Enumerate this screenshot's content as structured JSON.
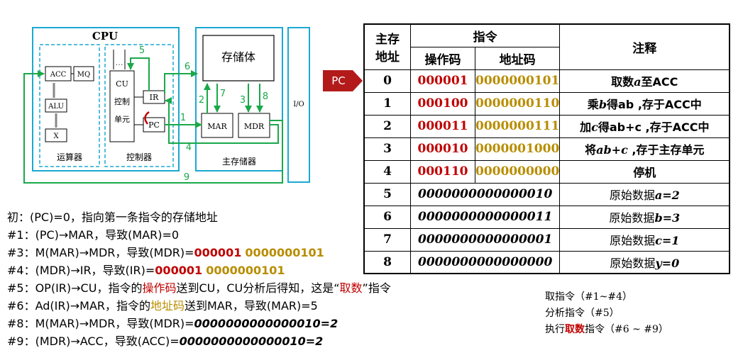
{
  "colors": {
    "cyan": "#1ba9d3",
    "green": "#1aa84a",
    "red": "#c00000",
    "gold": "#b88d00",
    "pc_badge": "#b31b1b"
  },
  "diagram": {
    "cpu_title": "CPU",
    "acc": "ACC",
    "mq": "MQ",
    "alu": "ALU",
    "x": "X",
    "alu_unit": "运算器",
    "cu": "CU",
    "cu_sub1": "控制",
    "cu_sub2": "单元",
    "ir": "IR",
    "pc": "PC",
    "ctrl_unit": "控制器",
    "storage": "存储体",
    "mar": "MAR",
    "mdr": "MDR",
    "main_mem": "主存储器",
    "io": "I/O",
    "dots": "…",
    "path_labels": [
      "1",
      "2",
      "3",
      "4",
      "5",
      "6",
      "7",
      "8",
      "9"
    ]
  },
  "pc_badge": "PC",
  "table": {
    "headers": {
      "addr_line1": "主存",
      "addr_line2": "地址",
      "instr": "指令",
      "op": "操作码",
      "ad": "地址码",
      "note": "注释"
    },
    "instr_rows": [
      {
        "addr": "0",
        "op": "000001",
        "ad": "0000000101",
        "note_pre": "取数",
        "note_var": "a",
        "note_post": "至ACC"
      },
      {
        "addr": "1",
        "op": "000100",
        "ad": "0000000110",
        "note_pre": "乘",
        "note_var": "b",
        "note_post": "得ab ,存于ACC中"
      },
      {
        "addr": "2",
        "op": "000011",
        "ad": "0000000111",
        "note_pre": "加",
        "note_var": "c",
        "note_post": "得ab+c ,存于ACC中"
      },
      {
        "addr": "3",
        "op": "000010",
        "ad": "0000001000",
        "note_pre": "将",
        "note_var": "ab+c",
        "note_post": " ,存于主存单元"
      },
      {
        "addr": "4",
        "op": "000110",
        "ad": "0000000000",
        "note_pre": "停机",
        "note_var": "",
        "note_post": ""
      }
    ],
    "data_rows": [
      {
        "addr": "5",
        "value": "0000000000000010",
        "note_pre": "原始数据",
        "note_var": "a=2"
      },
      {
        "addr": "6",
        "value": "0000000000000011",
        "note_pre": "原始数据",
        "note_var": "b=3"
      },
      {
        "addr": "7",
        "value": "0000000000000001",
        "note_pre": "原始数据",
        "note_var": "c=1"
      },
      {
        "addr": "8",
        "value": "0000000000000000",
        "note_pre": "原始数据",
        "note_var": "y=0"
      }
    ]
  },
  "steps": {
    "init": "初：(PC)=0，指向第一条指令的存储地址",
    "s1": "#1：(PC)→MAR，导致(MAR)=0",
    "s3_pre": "#3：M(MAR)→MDR，导致(MDR)=",
    "s3_op": "000001",
    "s3_ad": "0000000101",
    "s4_pre": "#4：(MDR)→IR，导致(IR)=",
    "s4_op": "000001",
    "s4_ad": "0000000101",
    "s5_a": "#5：OP(IR)→CU，指令的",
    "s5_b": "操作码",
    "s5_c": "送到CU，CU分析后得知，这是“",
    "s5_d": "取数",
    "s5_e": "”指令",
    "s6_a": "#6：Ad(IR)→MAR，指令的",
    "s6_b": "地址码",
    "s6_c": "送到MAR，导致(MAR)=5",
    "s8_pre": "#8：M(MAR)→MDR，导致(MDR)=",
    "s8_val": "0000000000000010=2",
    "s9_pre": "#9：(MDR)→ACC，导致(ACC)=",
    "s9_val": "0000000000000010=2"
  },
  "side_notes": {
    "n1": "取指令（#1~#4）",
    "n2": "分析指令（#5）",
    "n3_pre": "执行",
    "n3_red": "取数",
    "n3_post": "指令（#6 ~ #9）"
  }
}
